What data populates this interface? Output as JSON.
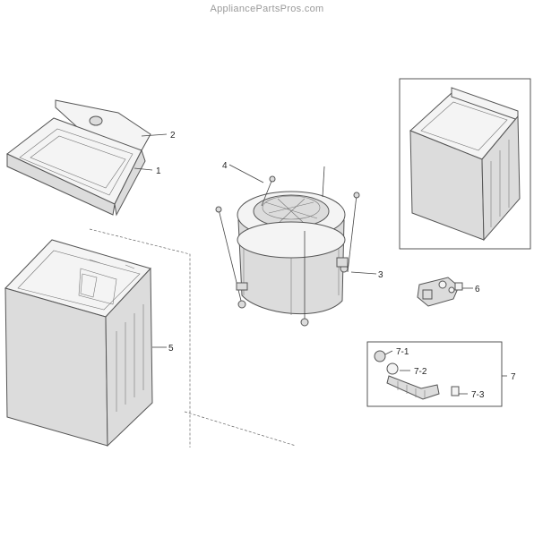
{
  "watermark": "AppliancePartsPros.com",
  "callouts": {
    "c1": "1",
    "c2": "2",
    "c3": "3",
    "c4": "4",
    "c5": "5",
    "c6": "6",
    "c7": "7",
    "c7_1": "7-1",
    "c7_2": "7-2",
    "c7_3": "7-3"
  }
}
